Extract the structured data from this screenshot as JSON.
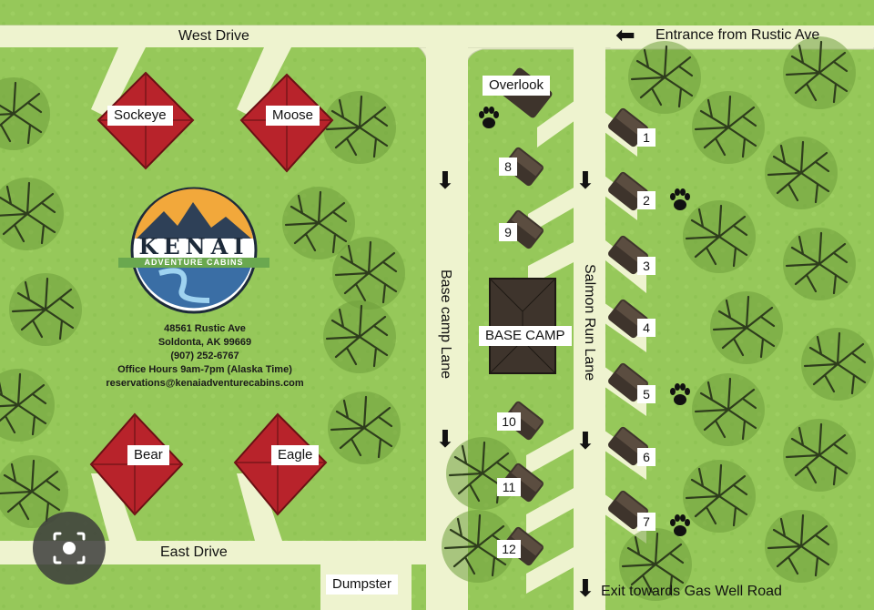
{
  "map": {
    "roads": {
      "west_drive": "West Drive",
      "east_drive": "East Drive",
      "base_camp_lane": "Base camp Lane",
      "salmon_run_lane": "Salmon Run Lane",
      "entrance": "Entrance from Rustic Ave",
      "exit": "Exit towards Gas Well Road"
    },
    "cabins": {
      "sockeye": "Sockeye",
      "moose": "Moose",
      "bear": "Bear",
      "eagle": "Eagle",
      "overlook": "Overlook",
      "base_camp": "BASE CAMP",
      "dumpster": "Dumpster"
    },
    "numbered_cabins": [
      "1",
      "2",
      "3",
      "4",
      "5",
      "6",
      "7",
      "8",
      "9",
      "10",
      "11",
      "12"
    ]
  },
  "logo": {
    "name": "KENAI",
    "tagline": "ADVENTURE CABINS"
  },
  "info": {
    "address_line1": "48561 Rustic Ave",
    "address_line2": "Soldonta, AK 99669",
    "phone": "(907) 252-6767",
    "hours": "Office Hours 9am-7pm (Alaska Time)",
    "email": "reservations@kenaiadventurecabins.com"
  },
  "colors": {
    "grass": "#96c85a",
    "road": "#eef3cf",
    "red_cabin": "#b8232b",
    "dark_cabin": "#3e342c"
  },
  "icons": {
    "paw": "paw-icon",
    "arrow_left": "arrow-left-icon",
    "arrow_down": "arrow-down-icon",
    "camera": "lens-icon"
  }
}
